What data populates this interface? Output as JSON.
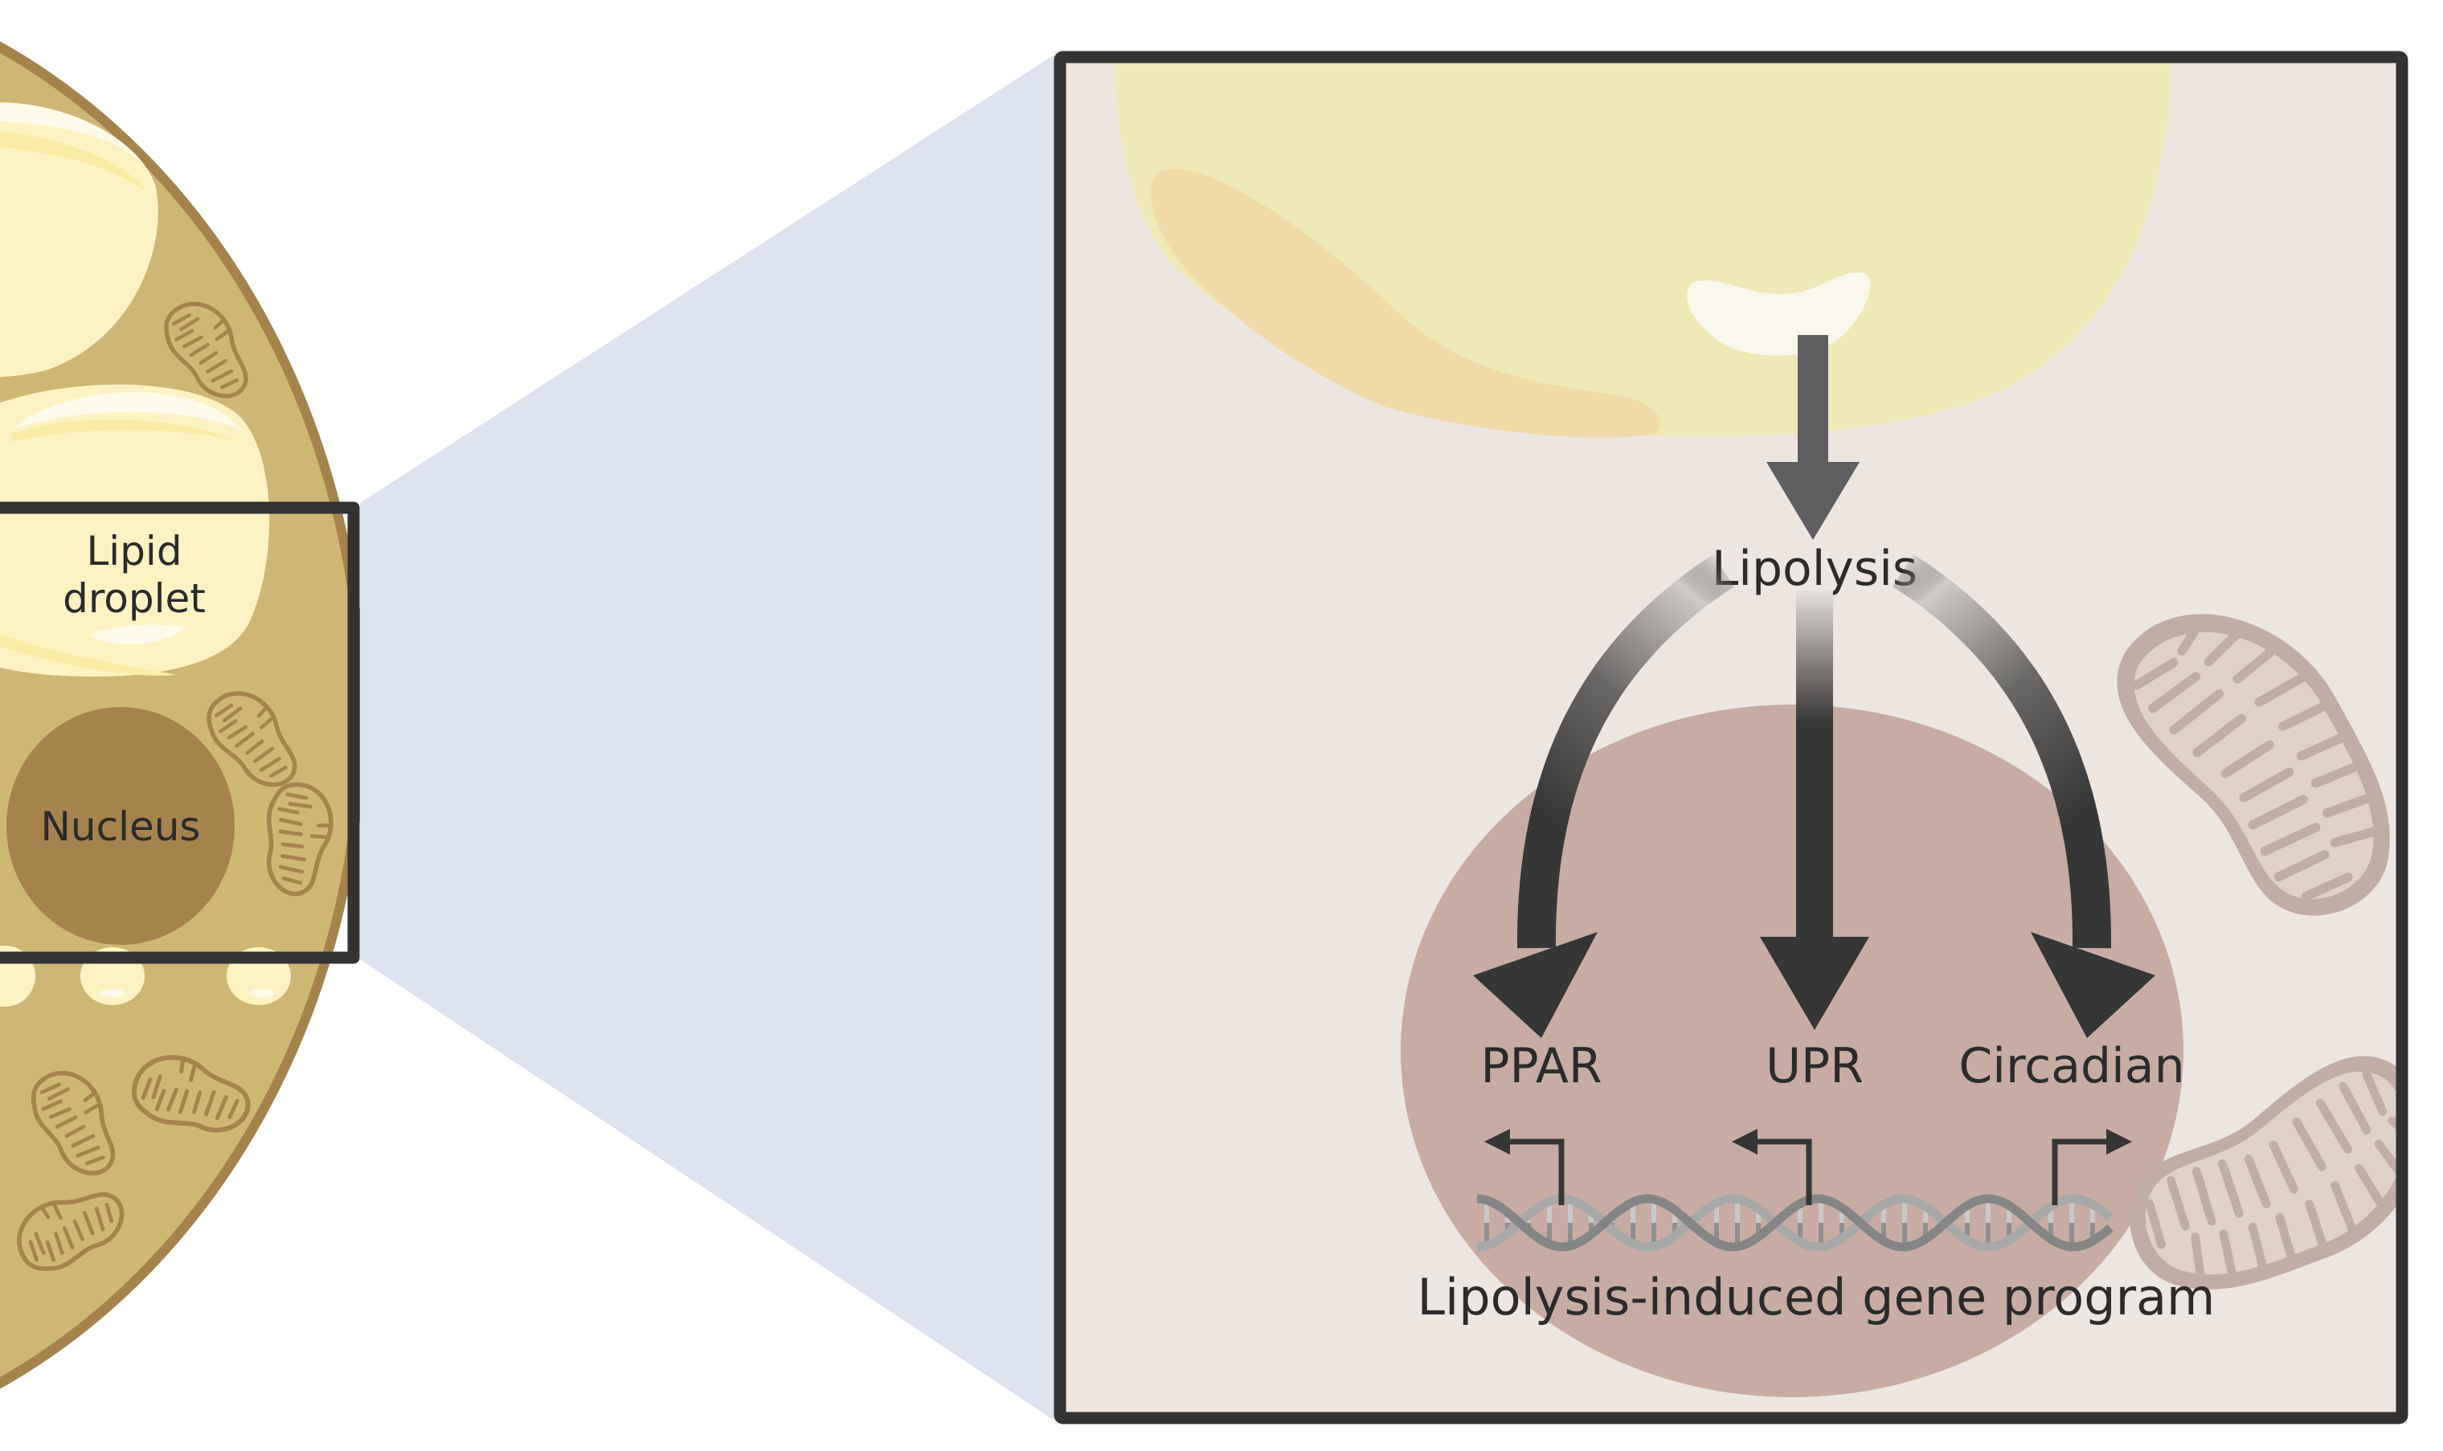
{
  "figure": {
    "overview_cell": {
      "labels": {
        "lipid_droplet_line1": "Lipid",
        "lipid_droplet_line2": "droplet",
        "nucleus": "Nucleus"
      },
      "colors": {
        "cytoplasm": "#cfb675",
        "membrane": "#a6824d",
        "nucleus": "#a6824d",
        "lipid": "#fdf3c2",
        "lipid_shade": "#faeca6",
        "lipid_highlight": "#fefaea",
        "mitochondrion_outline": "#a6824d"
      }
    },
    "zoom_projection_color": "#dde3ef",
    "detail_panel": {
      "background": "#ede5e0",
      "border_color": "#333333",
      "lipid_droplet_color": "#efe9b8",
      "lipid_droplet_shade": "#f1daa8",
      "lipid_highlight": "#faf8ec",
      "nucleus_color": "#c8aca3",
      "mitochondrion_outer": "#c2aca6",
      "mitochondrion_inner": "#dfd0c8",
      "arrow_color": "#5f5f62",
      "pathway_arrow_color": "#363636",
      "process_label": "Lipolysis",
      "targets": [
        "PPAR",
        "UPR",
        "Circadian"
      ],
      "gene_program_label": "Lipolysis-induced gene program",
      "promoter_directions": [
        "left",
        "left",
        "right"
      ]
    }
  }
}
